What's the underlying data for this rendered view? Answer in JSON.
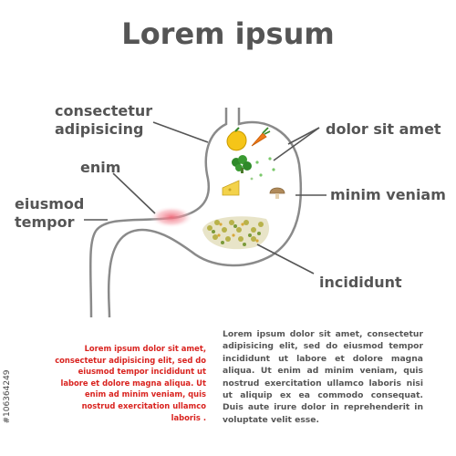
{
  "title": "Lorem ipsum",
  "labels": {
    "consectetur": "consectetur\nadipisicing",
    "enim": "enim",
    "eiusmod": "eiusmod\ntempor",
    "dolor": "dolor sit amet",
    "minim": "minim  veniam",
    "incididunt": "incididunt"
  },
  "paragraph_red": "Lorem ipsum dolor sit amet, consectetur adipisicing elit, sed do eiusmod tempor incididunt ut labore et dolore magna aliqua. Ut enim ad minim veniam, quis nostrud exercitation ullamco laboris .",
  "paragraph_gray": "Lorem ipsum dolor sit amet, consectetur adipisicing elit, sed do eiusmod tempor incididunt ut labore et dolore magna aliqua. Ut enim ad minim veniam, quis nostrud exercitation ullamco laboris nisi ut aliquip ex ea commodo consequat. Duis aute irure dolor in reprehenderit in voluptate velit esse.",
  "side_code": "#106364249",
  "colors": {
    "text": "#555555",
    "accent_red": "#d9231f",
    "stomach_outline": "#8a8a8a",
    "inflammation": "#f06a7a"
  }
}
